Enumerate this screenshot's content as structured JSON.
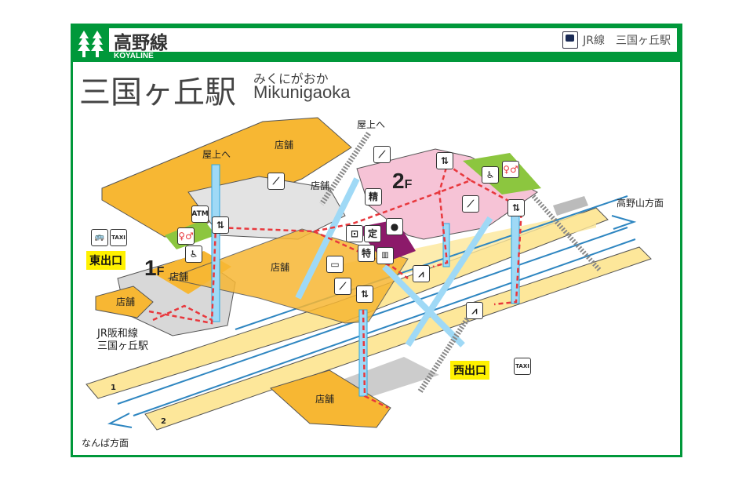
{
  "header": {
    "line_name": "高野線",
    "line_romaji": "KOYALINE",
    "transfer_label": "JR線　三国ヶ丘駅",
    "icons": [
      "koya-tree-logo",
      "train-icon"
    ]
  },
  "station": {
    "name": "三国ヶ丘駅",
    "kana": "みくにがおか",
    "romaji": "Mikunigaoka"
  },
  "floors": {
    "f1": "1",
    "f2": "2",
    "f_suffix": "F"
  },
  "labels": {
    "rooftop_1": "屋上へ",
    "rooftop_2": "屋上へ",
    "shop_top": "店舗",
    "shop_center": "店舗",
    "shop_mid": "店舗",
    "shop_1f": "店舗",
    "shop_left": "店舗",
    "shop_bottom": "店舗",
    "jr_station_line1": "JR阪和線",
    "jr_station_line2": "三国ヶ丘駅",
    "dir_koyasan": "高野山方面",
    "dir_namba": "なんば方面",
    "platform_1": "1",
    "platform_2": "2",
    "east_exit": "東出口",
    "west_exit": "西出口",
    "atm": "ATM",
    "fare_adjust": "精",
    "commuter_pass": "定",
    "express_ticket": "特",
    "taxi": "TAXI"
  },
  "icons": [
    "escalator-icon",
    "elevator-icon",
    "toilet-icon",
    "wheelchair-icon",
    "bus-icon",
    "taxi-icon",
    "ticket-machine-icon",
    "station-staff-icon",
    "ticket-gate-icon",
    "locker-icon",
    "stairs-icon"
  ],
  "colors": {
    "line_green": "#00983a",
    "shop_orange": "#f7b733",
    "concourse_pink": "#f6c3d6",
    "accessible_green": "#8cc63f",
    "office_purple": "#8c1a6a",
    "platform_yellow": "#fde79a",
    "route_red": "#e8383d",
    "elevator_blue": "#2ea7e0"
  }
}
